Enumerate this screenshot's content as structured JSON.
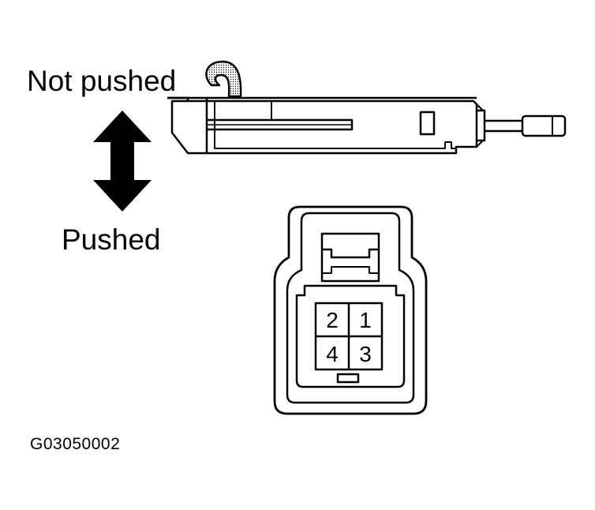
{
  "labels": {
    "not_pushed": "Not pushed",
    "pushed": "Pushed",
    "figure_code": "G03050002"
  },
  "connector_pins": [
    {
      "number": "2",
      "position": "top-left"
    },
    {
      "number": "1",
      "position": "top-right"
    },
    {
      "number": "4",
      "position": "bottom-left"
    },
    {
      "number": "3",
      "position": "bottom-right"
    }
  ],
  "colors": {
    "line": "#000000",
    "background": "#ffffff",
    "stipple": "#9a9a9a"
  }
}
